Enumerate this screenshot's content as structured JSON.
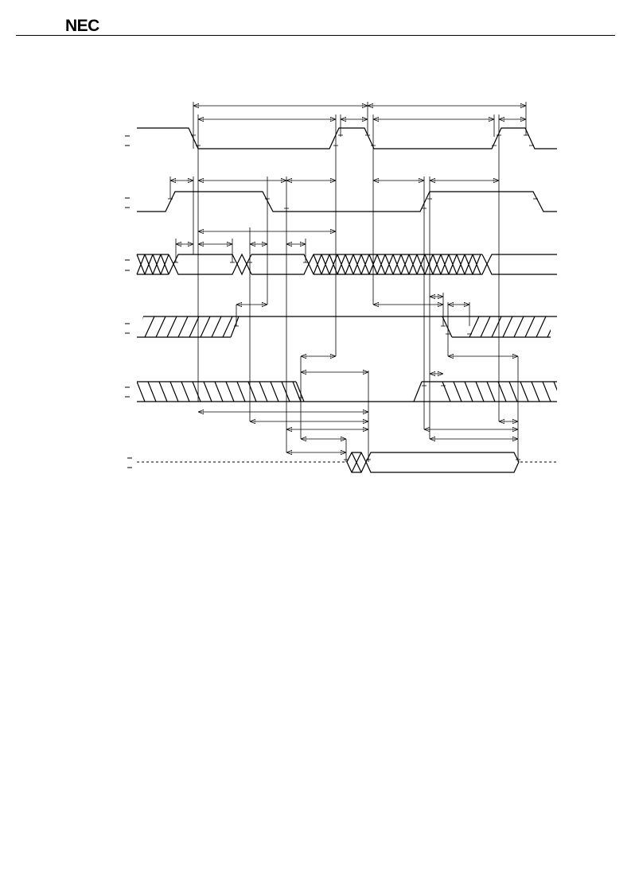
{
  "header": {
    "logo_text": "NEC"
  },
  "diagram": {
    "type": "timing-diagram",
    "signals": [
      {
        "id": "signal-1",
        "style": "clock"
      },
      {
        "id": "signal-2",
        "style": "strobe"
      },
      {
        "id": "signal-3",
        "style": "bus-valid-invalid"
      },
      {
        "id": "signal-4",
        "style": "hatched-level"
      },
      {
        "id": "signal-5",
        "style": "hatched-level"
      },
      {
        "id": "signal-6",
        "style": "tristate-data"
      }
    ]
  }
}
